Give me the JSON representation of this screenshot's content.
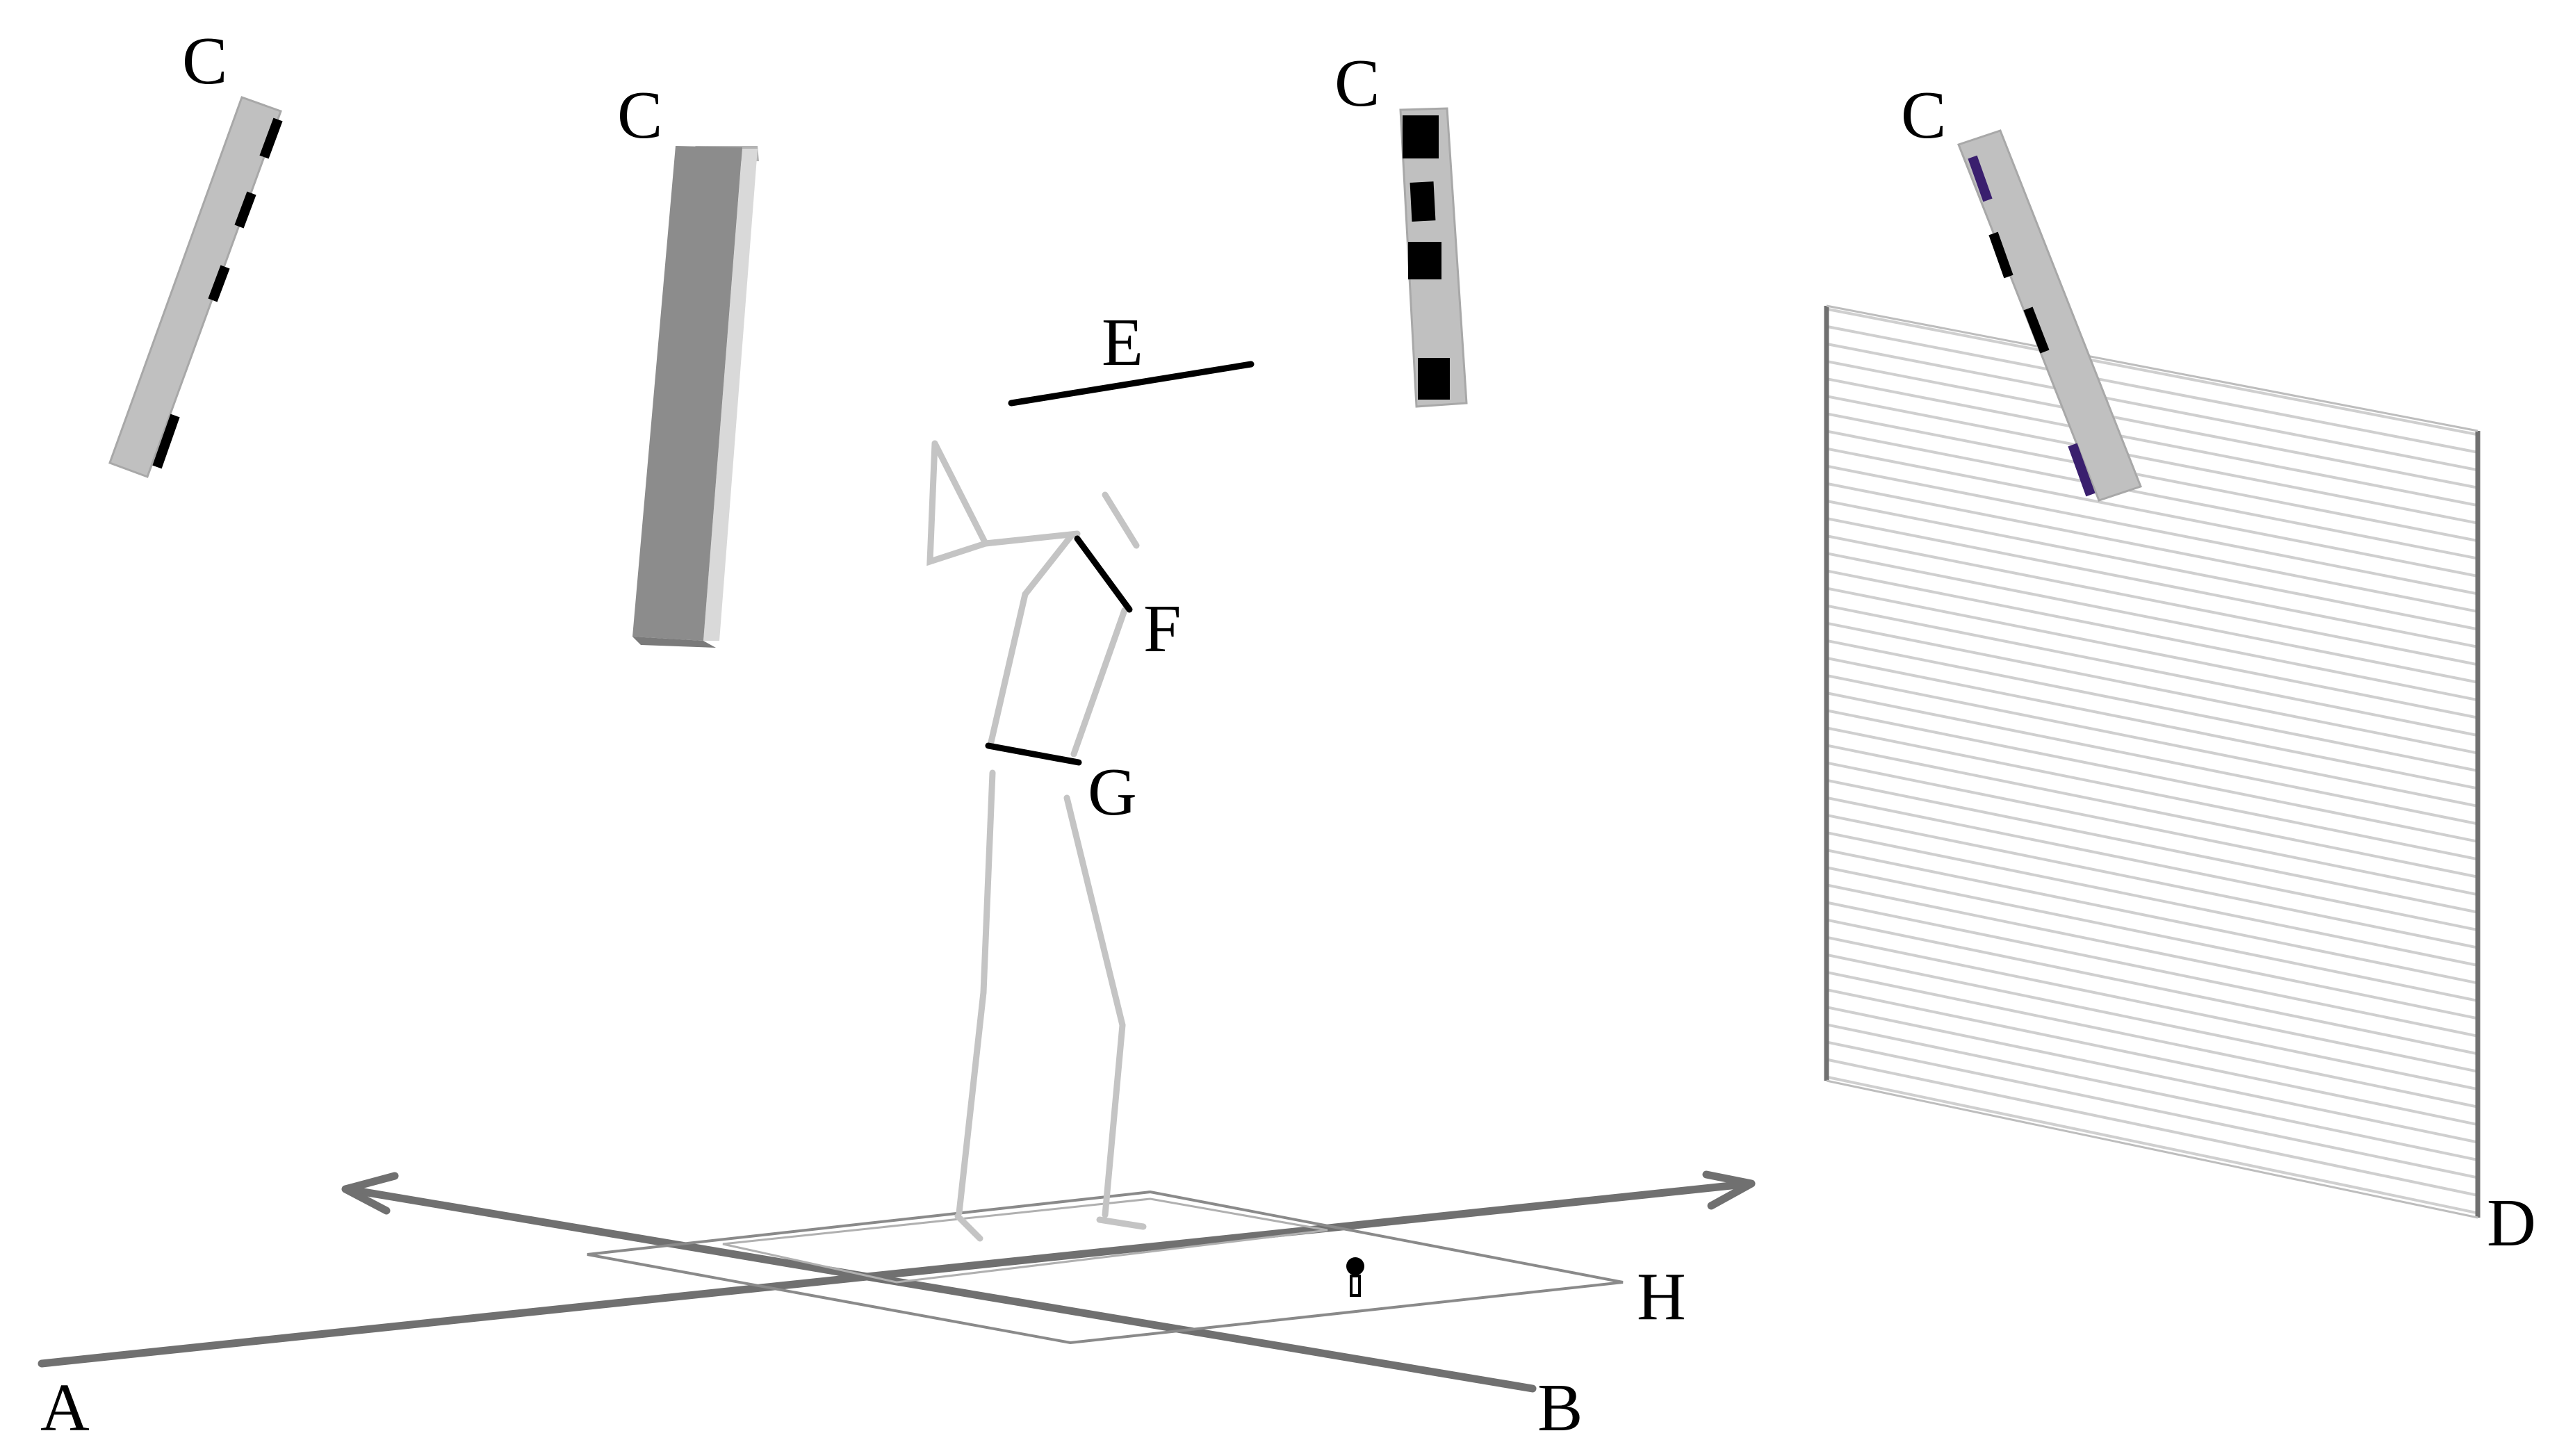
{
  "labels": {
    "camera": "C",
    "axis_a": "A",
    "axis_b": "B",
    "screen": "D",
    "bar_e": "E",
    "segment_f": "F",
    "segment_g": "G",
    "plate": "H"
  },
  "colors": {
    "background": "#ffffff",
    "axis": "#707070",
    "camera_body": "#c0c0c0",
    "camera_dark": "#8c8c8c",
    "marker": "#000000",
    "marker_purple": "#3a1f6e",
    "skeleton": "#c4c4c4",
    "plate_outline": "#8a8a8a",
    "screen_lines": "#cfcfcf",
    "screen_edge": "#707070",
    "highlight_segment": "#000000"
  },
  "icons": [
    "camera-icon",
    "golf-ball-on-tee-icon"
  ]
}
